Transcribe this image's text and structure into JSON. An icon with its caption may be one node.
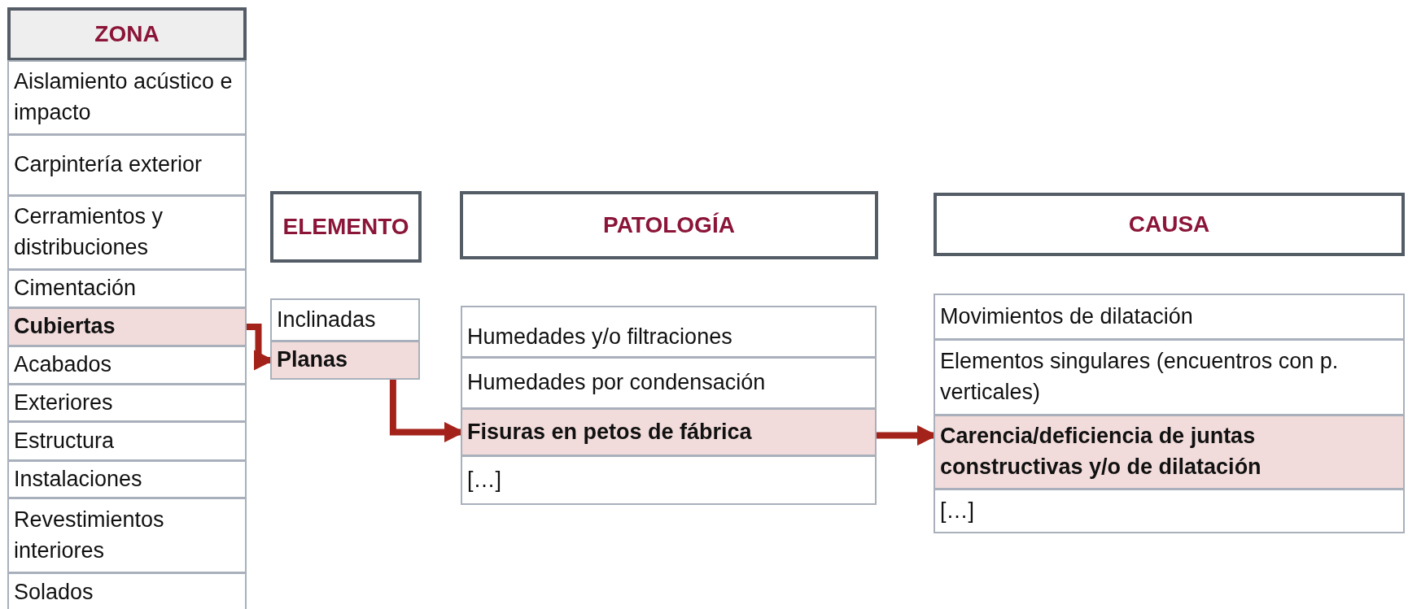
{
  "diagram": {
    "nodes": [
      {
        "text": [
          "ZONA"
        ]
      },
      {
        "text": [
          "Aislamiento acústico e impacto"
        ]
      },
      {
        "text": [
          "Carpintería exterior"
        ]
      },
      {
        "text": [
          "Cerramientos y distribuciones"
        ]
      },
      {
        "text": [
          "Cimentación"
        ]
      },
      {
        "text": [
          "Cubiertas"
        ]
      },
      {
        "text": [
          "Acabados"
        ]
      },
      {
        "text": [
          "Exteriores"
        ]
      },
      {
        "text": [
          "Estructura"
        ]
      },
      {
        "text": [
          "Instalaciones"
        ]
      },
      {
        "text": [
          "Revestimientos interiores"
        ]
      },
      {
        "text": [
          "Solados"
        ]
      },
      {
        "text": [
          "ELEMENTO"
        ]
      },
      {
        "text": [
          "Inclinadas"
        ]
      },
      {
        "text": [
          "Planas"
        ]
      },
      {
        "text": [
          "PATOLOGÍA"
        ]
      },
      {
        "text": [
          "Humedades y/o filtraciones"
        ]
      },
      {
        "text": [
          "Humedades por condensación"
        ]
      },
      {
        "text": [
          "Fisuras en petos de fábrica"
        ]
      },
      {
        "text": [
          "[…]"
        ]
      },
      {
        "text": [
          "CAUSA"
        ]
      },
      {
        "text": [
          "Movimientos de dilatación"
        ]
      },
      {
        "text": [
          "Elementos singulares (encuentros con p. verticales)"
        ]
      },
      {
        "text": [
          "Carencia/deficiencia de juntas constructivas y/o de dilatación"
        ]
      },
      {
        "text": [
          "[…]"
        ]
      }
    ],
    "edges": [
      {
        "from": 5,
        "to": 14,
        "arrow": "to"
      },
      {
        "from": 14,
        "to": 18,
        "arrow": "to"
      },
      {
        "from": 18,
        "to": 23,
        "arrow": "to"
      }
    ]
  }
}
